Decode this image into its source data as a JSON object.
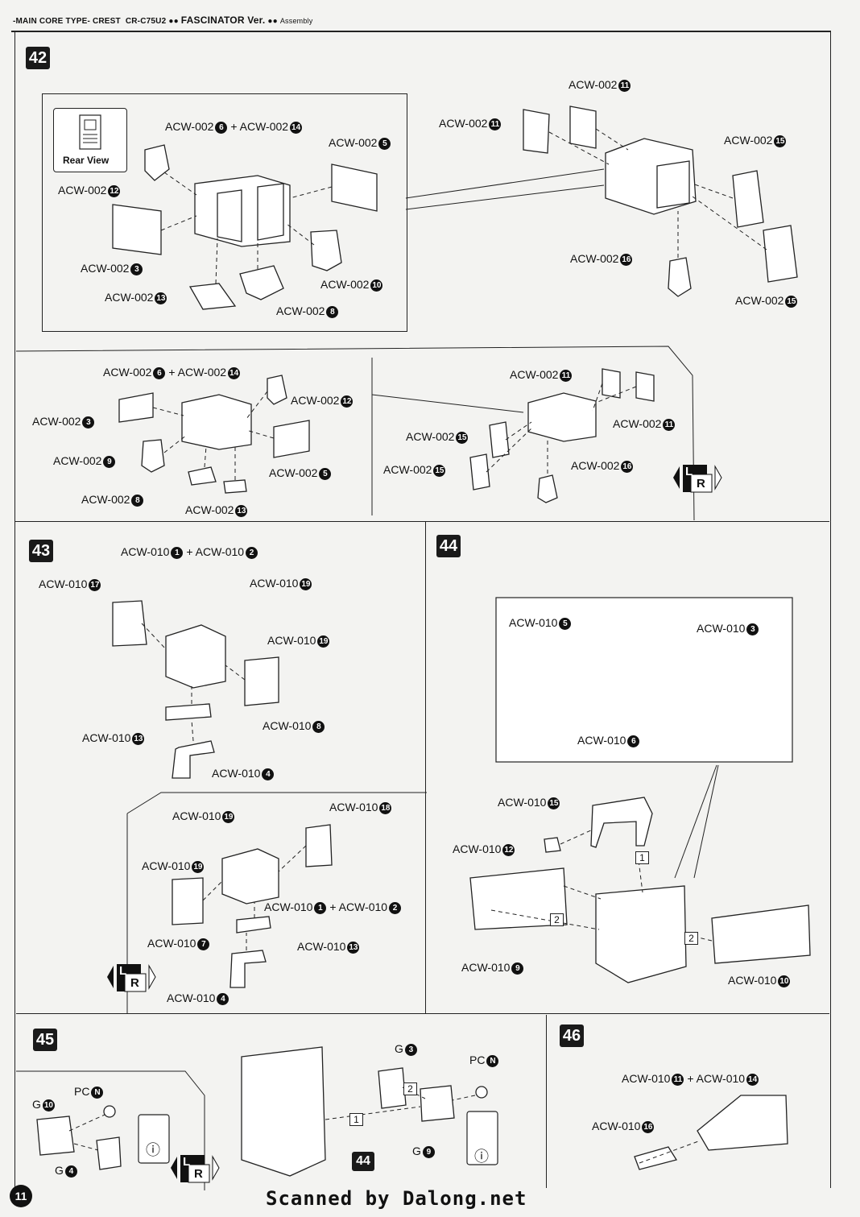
{
  "header": {
    "prefix": "-MAIN CORE TYPE- CREST",
    "model": "CR-C75U2",
    "name": "FASCINATOR Ver.",
    "suffix": "Assembly"
  },
  "steps": {
    "s42": "42",
    "s43": "43",
    "s44": "44",
    "s45": "45",
    "s46": "46"
  },
  "rear_view": "Rear View",
  "labels42": {
    "a": "ACW-002",
    "a_n1": "6",
    "plus": "+",
    "b": "ACW-002",
    "b_n": "14",
    "c": "ACW-002",
    "c_n": "5",
    "d": "ACW-002",
    "d_n": "12",
    "e": "ACW-002",
    "e_n": "3",
    "f": "ACW-002",
    "f_n": "10",
    "g": "ACW-002",
    "g_n": "13",
    "h": "ACW-002",
    "h_n": "8",
    "r1": "ACW-002",
    "r1_n": "11",
    "r2": "ACW-002",
    "r2_n": "11",
    "r3": "ACW-002",
    "r3_n": "15",
    "r4": "ACW-002",
    "r4_n": "16",
    "r5": "ACW-002",
    "r5_n": "15"
  },
  "labels42b": {
    "a": "ACW-002",
    "a_n": "6",
    "plus": "+",
    "b": "ACW-002",
    "b_n": "14",
    "c": "ACW-002",
    "c_n": "12",
    "d": "ACW-002",
    "d_n": "3",
    "e": "ACW-002",
    "e_n": "9",
    "f": "ACW-002",
    "f_n": "5",
    "g": "ACW-002",
    "g_n": "8",
    "h": "ACW-002",
    "h_n": "13",
    "r1": "ACW-002",
    "r1_n": "11",
    "r2": "ACW-002",
    "r2_n": "11",
    "r3": "ACW-002",
    "r3_n": "15",
    "r4": "ACW-002",
    "r4_n": "15",
    "r5": "ACW-002",
    "r5_n": "16"
  },
  "labels43": {
    "a": "ACW-010",
    "a_n": "1",
    "plus": "+",
    "b": "ACW-010",
    "b_n": "2",
    "c": "ACW-010",
    "c_n": "17",
    "d": "ACW-010",
    "d_n": "19",
    "e": "ACW-010",
    "e_n": "19",
    "f": "ACW-010",
    "f_n": "8",
    "g": "ACW-010",
    "g_n": "13",
    "h": "ACW-010",
    "h_n": "4",
    "i": "ACW-010",
    "i_n": "19",
    "j": "ACW-010",
    "j_n": "18",
    "k": "ACW-010",
    "k_n": "19",
    "l": "ACW-010",
    "l_n": "1",
    "l_plus": "+",
    "m": "ACW-010",
    "m_n": "2",
    "n": "ACW-010",
    "n_n": "7",
    "o": "ACW-010",
    "o_n": "13",
    "p": "ACW-010",
    "p_n": "4"
  },
  "labels44": {
    "a": "ACW-010",
    "a_n": "5",
    "b": "ACW-010",
    "b_n": "3",
    "c": "ACW-010",
    "c_n": "6",
    "d": "ACW-010",
    "d_n": "15",
    "e": "ACW-010",
    "e_n": "12",
    "f": "ACW-010",
    "f_n": "9",
    "g": "ACW-010",
    "g_n": "10",
    "o1": "1",
    "o2": "2",
    "o3": "2"
  },
  "labels45": {
    "pc1": "PC",
    "pc1_n": "N",
    "g10": "G",
    "g10_n": "10",
    "g4": "G",
    "g4_n": "4",
    "g3": "G",
    "g3_n": "3",
    "g9": "G",
    "g9_n": "9",
    "pc2": "PC",
    "pc2_n": "N",
    "o1": "1",
    "o2": "2",
    "ref": "44"
  },
  "labels46": {
    "a": "ACW-010",
    "a_n": "11",
    "plus": "+",
    "b": "ACW-010",
    "b_n": "14",
    "c": "ACW-010",
    "c_n": "16"
  },
  "lr": {
    "l": "L",
    "r": "R"
  },
  "page_number": "11",
  "footer": "Scanned by Dalong.net"
}
